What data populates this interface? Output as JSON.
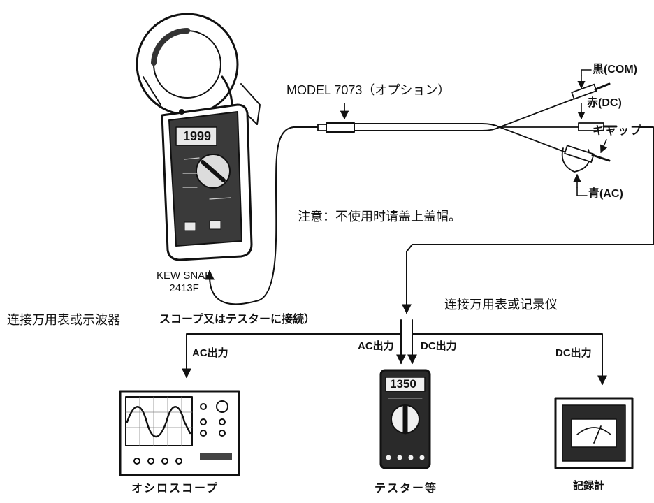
{
  "clamp_meter": {
    "model": "KEW SNAP",
    "model_number": "2413F",
    "display": "1999"
  },
  "adapter": {
    "model": "MODEL 7073（オプション）"
  },
  "leads": {
    "black": "黒(COM)",
    "red": "赤(DC)",
    "cap": "キャップ",
    "blue": "青(AC)"
  },
  "notes": {
    "caution": "注意：不使用时请盖上盖帽。",
    "connect_left": "连接万用表或示波器",
    "connect_right": "连接万用表或记录仪",
    "connect_jp": "スコープ又はテスターに接続）"
  },
  "outputs": {
    "ac_left": "AC出力",
    "ac_center": "AC出力",
    "dc_center": "DC出力",
    "dc_right": "DC出力"
  },
  "devices": {
    "oscilloscope": "オシロスコープ",
    "tester": "テスター等",
    "tester_display": "1350",
    "recorder": "記録計"
  }
}
